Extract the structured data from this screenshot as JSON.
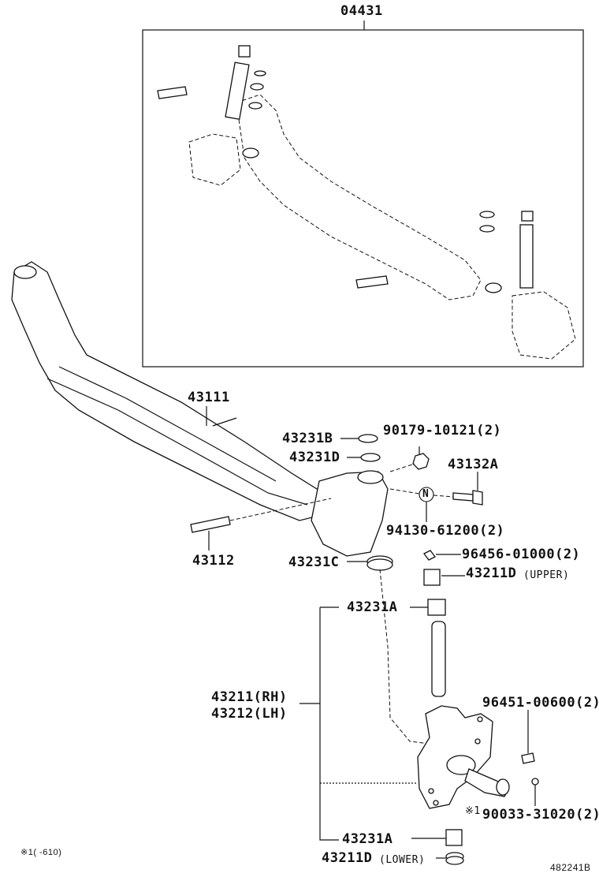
{
  "diagram": {
    "assembly_label": "04431",
    "parts": {
      "axle_beam": "43111",
      "axle_pin": "43112",
      "shim_b": "43231B",
      "shim_d": "43231D",
      "shim_c": "43231C",
      "bolt_90179": "90179-10121(2)",
      "bolt_43132a": "43132A",
      "nut_94130": "94130-61200(2)",
      "grease_96456": "96456-01000(2)",
      "bush_upper": "43211D",
      "bush_upper_note": "(UPPER)",
      "bush_43231a_top": "43231A",
      "knuckle_rh": "43211(RH)",
      "knuckle_lh": "43212(LH)",
      "grease_96451": "96451-00600(2)",
      "plug_90033": "90033-31020(2)",
      "plug_note_marker": "※1",
      "bush_43231a_bottom": "43231A",
      "bush_lower": "43211D",
      "bush_lower_note": "(LOWER)"
    },
    "nut_symbol": "N",
    "footnote": "※1(  -610)",
    "figure_id": "482241B"
  }
}
